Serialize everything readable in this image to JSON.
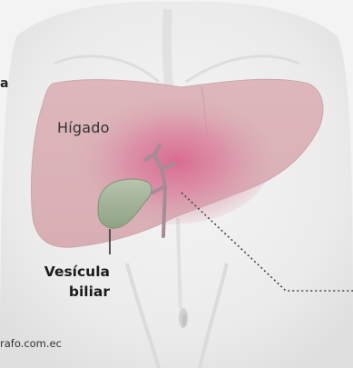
{
  "labels": {
    "liver": "Hígado",
    "gallbladder_line1": "Vesícula",
    "gallbladder_line2": "biliar",
    "credit": "rafo.com.ec",
    "edge_char": "a"
  },
  "colors": {
    "background": "#f4f3f3",
    "body_skin": "#e9e8e8",
    "liver_fill": "#d9a8b0",
    "liver_highlight": "#d9678e",
    "gallbladder_fill": "#9fb096",
    "bile_duct": "#a88a96",
    "callout_line": "#333333"
  }
}
